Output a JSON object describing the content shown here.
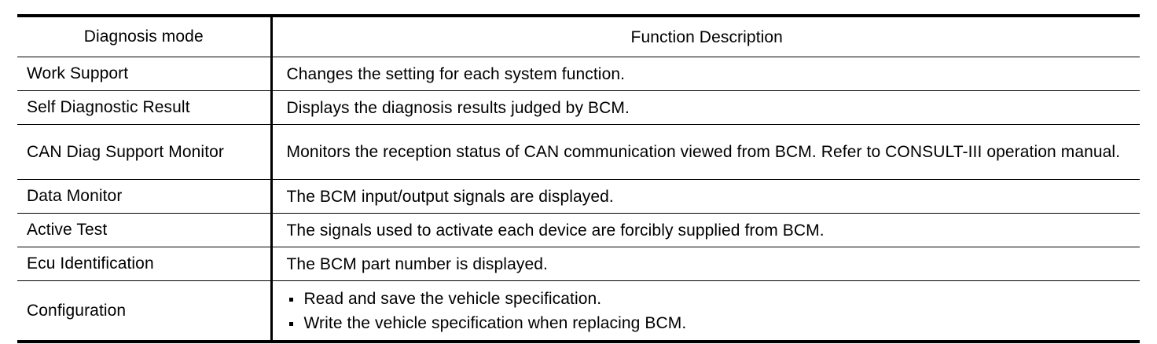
{
  "table": {
    "headers": {
      "mode": "Diagnosis mode",
      "description": "Function Description"
    },
    "rows": [
      {
        "mode": "Work Support",
        "description": "Changes the setting for each system function."
      },
      {
        "mode": "Self Diagnostic Result",
        "description": "Displays the diagnosis results judged by BCM."
      },
      {
        "mode": "CAN Diag Support Monitor",
        "description": "Monitors the reception status of CAN communication viewed from BCM. Refer to CONSULT-III operation manual."
      },
      {
        "mode": "Data Monitor",
        "description": "The BCM input/output signals are displayed."
      },
      {
        "mode": "Active Test",
        "description": "The signals used to activate each device are forcibly supplied from BCM."
      },
      {
        "mode": "Ecu Identification",
        "description": "The BCM part number is displayed."
      },
      {
        "mode": "Configuration",
        "bullets": [
          "Read and save the vehicle specification.",
          "Write the vehicle specification when replacing BCM."
        ]
      }
    ]
  }
}
